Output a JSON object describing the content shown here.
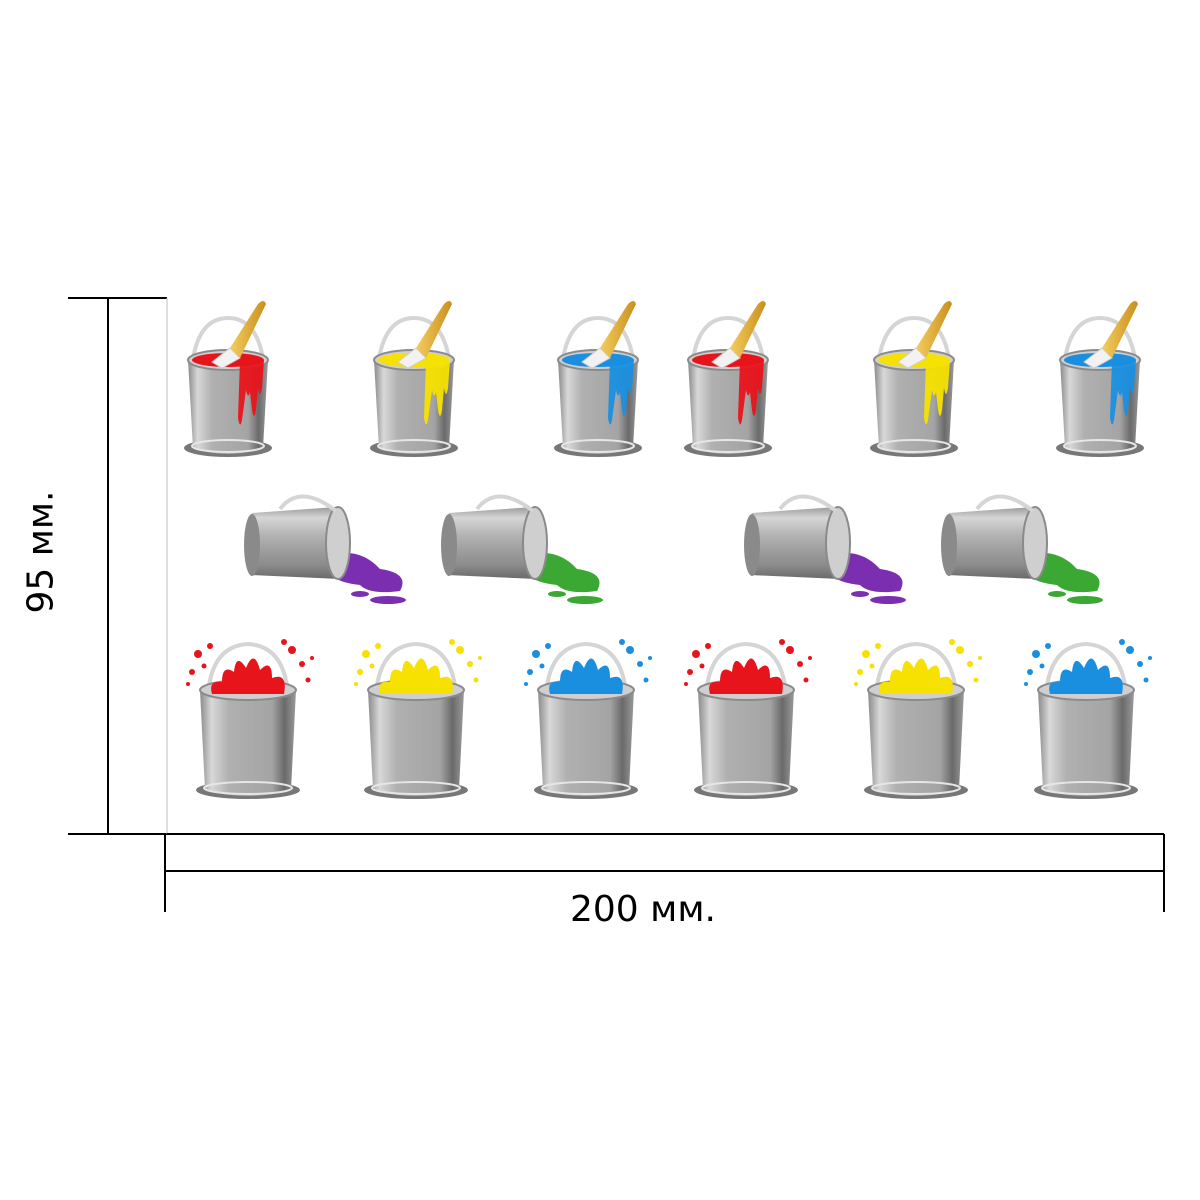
{
  "dimensions": {
    "width_label": "200 мм.",
    "height_label": "95 мм."
  },
  "colors": {
    "red": "#e8141b",
    "yellow": "#f6e100",
    "blue": "#1a8fe0",
    "purple": "#7b2fb0",
    "green": "#3aa832",
    "bucket_body": "#a9a9a9",
    "bucket_dark": "#6e6e6e",
    "brush_handle": "#e8b84a"
  },
  "rows": {
    "brush_buckets": [
      "red",
      "yellow",
      "blue",
      "red",
      "yellow",
      "blue"
    ],
    "tipped_buckets": [
      "purple",
      "green",
      "purple",
      "green"
    ],
    "splash_buckets": [
      "red",
      "yellow",
      "blue",
      "red",
      "yellow",
      "blue"
    ]
  }
}
